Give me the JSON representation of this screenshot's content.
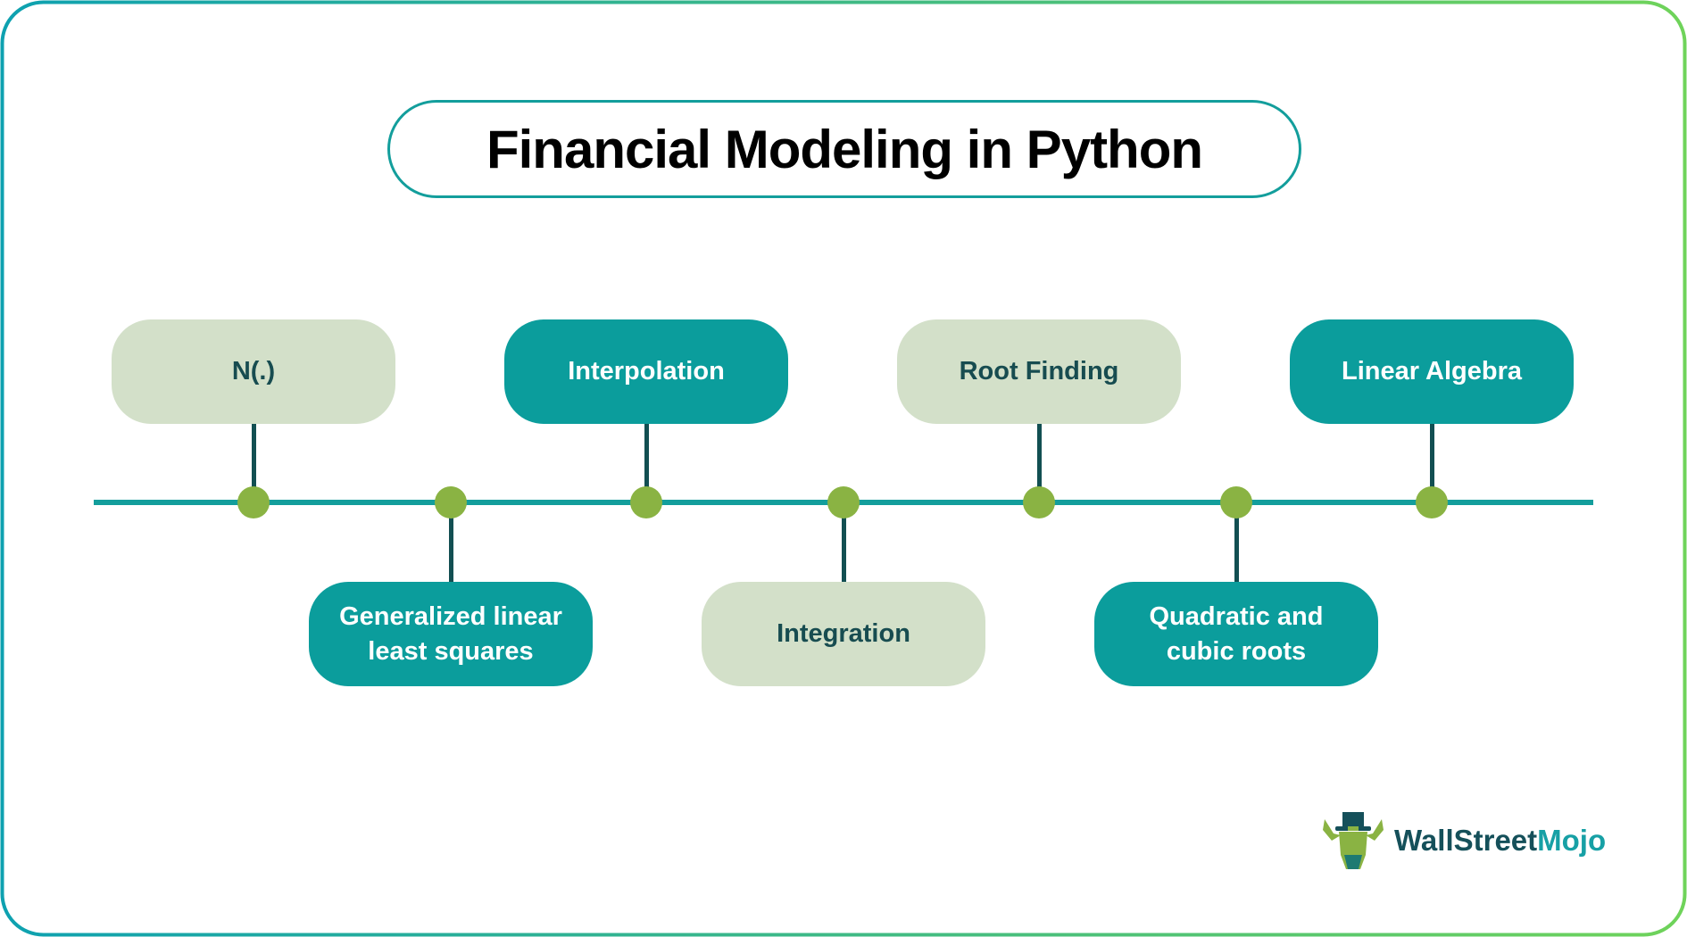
{
  "title": "Financial Modeling in Python",
  "colors": {
    "frame_gradient_start": "#0ea1b0",
    "frame_gradient_end": "#6fd35a",
    "title_border": "#139e9c",
    "timeline": "#139e9c",
    "dot": "#8ab343",
    "stem": "#124f52",
    "box_dark": "#0b9d9c",
    "box_light": "#d3e0c9",
    "text_dark": "#174c50"
  },
  "timeline_items": [
    {
      "label": "N(.)",
      "position": "top",
      "style": "light"
    },
    {
      "label": "Generalized linear least squares",
      "position": "bottom",
      "style": "dark"
    },
    {
      "label": "Interpolation",
      "position": "top",
      "style": "dark"
    },
    {
      "label": "Integration",
      "position": "bottom",
      "style": "light"
    },
    {
      "label": "Root Finding",
      "position": "top",
      "style": "light"
    },
    {
      "label": "Quadratic and cubic roots",
      "position": "bottom",
      "style": "dark"
    },
    {
      "label": "Linear Algebra",
      "position": "top",
      "style": "dark"
    }
  ],
  "logo": {
    "part1": "WallStreet",
    "part2": "Mojo",
    "icon": "bull-with-top-hat-icon"
  }
}
